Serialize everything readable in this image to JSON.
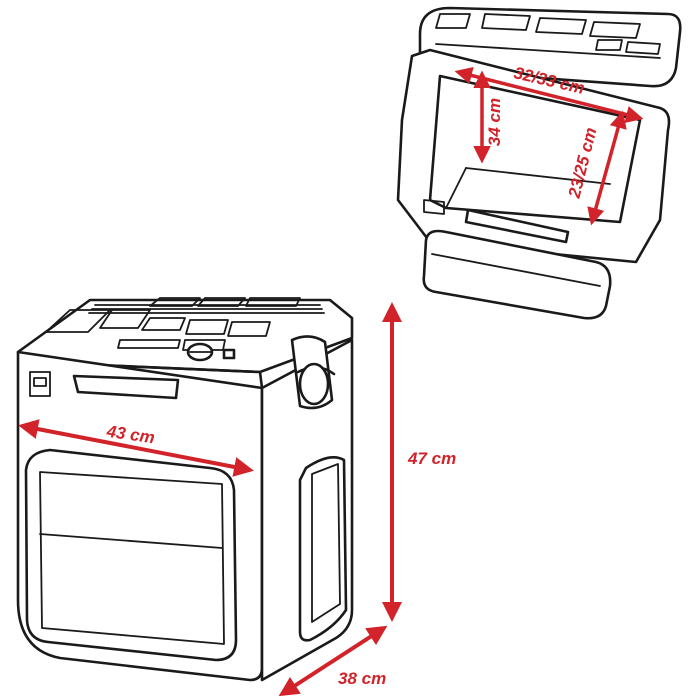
{
  "colors": {
    "dimension": "#d2232a",
    "outline": "#1a1a1a",
    "background": "#ffffff"
  },
  "dimensions": {
    "width_label": "43 cm",
    "height_label": "47 cm",
    "depth_label": "38 cm",
    "inner_width_label": "32/33 cm",
    "inner_depth_label": "34 cm",
    "inner_height_label": "23/25 cm"
  }
}
